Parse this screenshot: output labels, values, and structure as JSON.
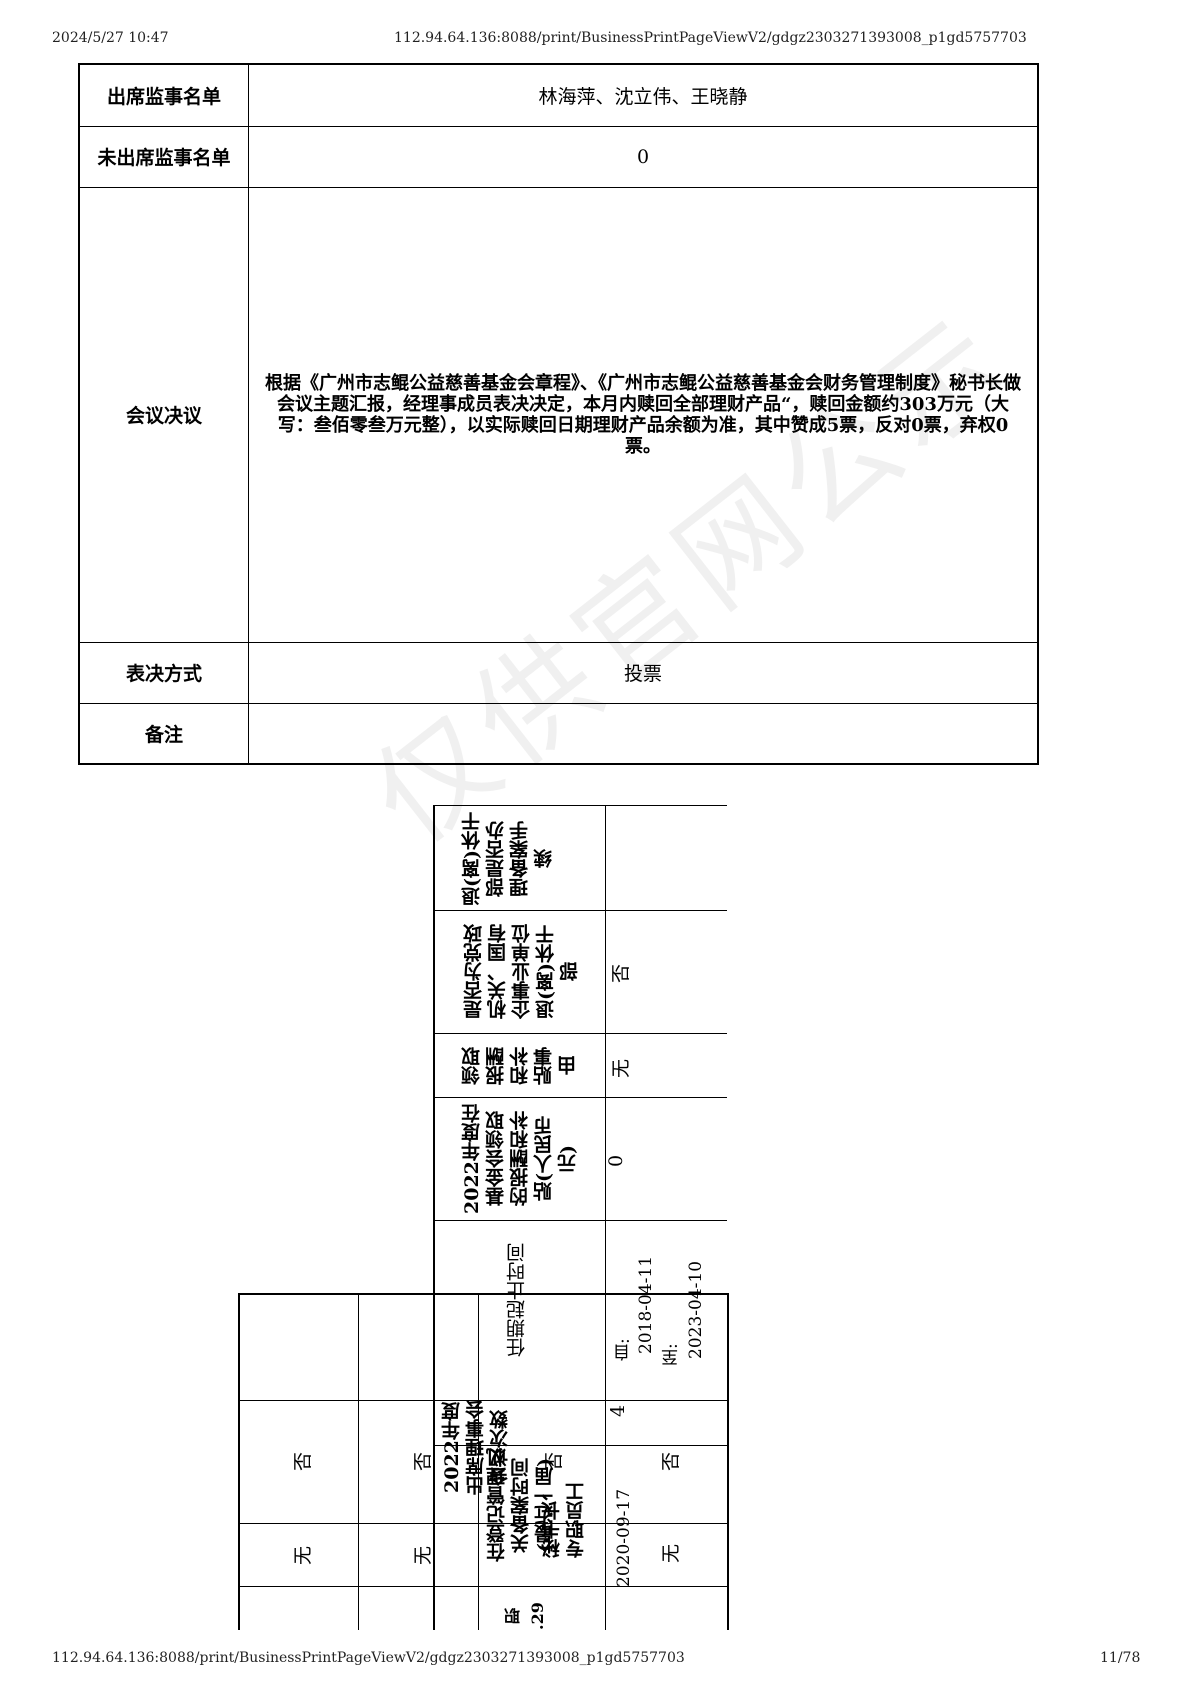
{
  "header": {
    "datetime": "2024/5/27 10:47",
    "url": "112.94.64.136:8088/print/BusinessPrintPageViewV2/gdgz2303271393008_p1gd5757703"
  },
  "table": {
    "rows": [
      {
        "label": "出席监事名单",
        "value": "林海萍、沈立伟、王晓静"
      },
      {
        "label": "未出席监事名单",
        "value": "0"
      },
      {
        "label": "会议决议",
        "value": "根据《广州市志鲲公益慈善基金会章程》、《广州市志鲲公益慈善基金会财务管理制度》秘书长做会议主题汇报，经理事成员表决决定，本月内赎回全部理财产品“，赎回金额约303万元（大写：叁佰零叁万元整），以实际赎回日期理财产品余额为准，其中赞成5票，反对0票，弃权0票。"
      },
      {
        "label": "表决方式",
        "value": "投票"
      },
      {
        "label": "备注",
        "value": ""
      }
    ]
  },
  "rotated": {
    "h1": "退(离)休干部是否办理备案手续",
    "h2": "是否为党政机关、国有企事业单位退(离)休干部",
    "v2": "否",
    "h3": "领取报酬和补贴事由",
    "v3": "无",
    "h4": "2022年度在基金会领取的报酬和补贴(人民币元)",
    "v4": "0",
    "h5": "任期起止时间",
    "d1": "2018-04-11",
    "d2": "2023-04-10",
    "from": "自:",
    "to": "至:",
    "h6": "2022年度出席理事会会议次数",
    "v6": "4",
    "h7": "在登记管理机关备案时间(最近一届)",
    "v7": "否",
    "h8": "秘书长、专职员工",
    "d3": "2020-09-17",
    "v8": "无",
    "c1a": "否",
    "c1b": "否",
    "c2a": "无",
    "c2b": "无",
    "frag": "职 .29"
  },
  "watermark": "仅供官网公示",
  "footer": {
    "url": "112.94.64.136:8088/print/BusinessPrintPageViewV2/gdgz2303271393008_p1gd5757703",
    "page": "11/78"
  }
}
